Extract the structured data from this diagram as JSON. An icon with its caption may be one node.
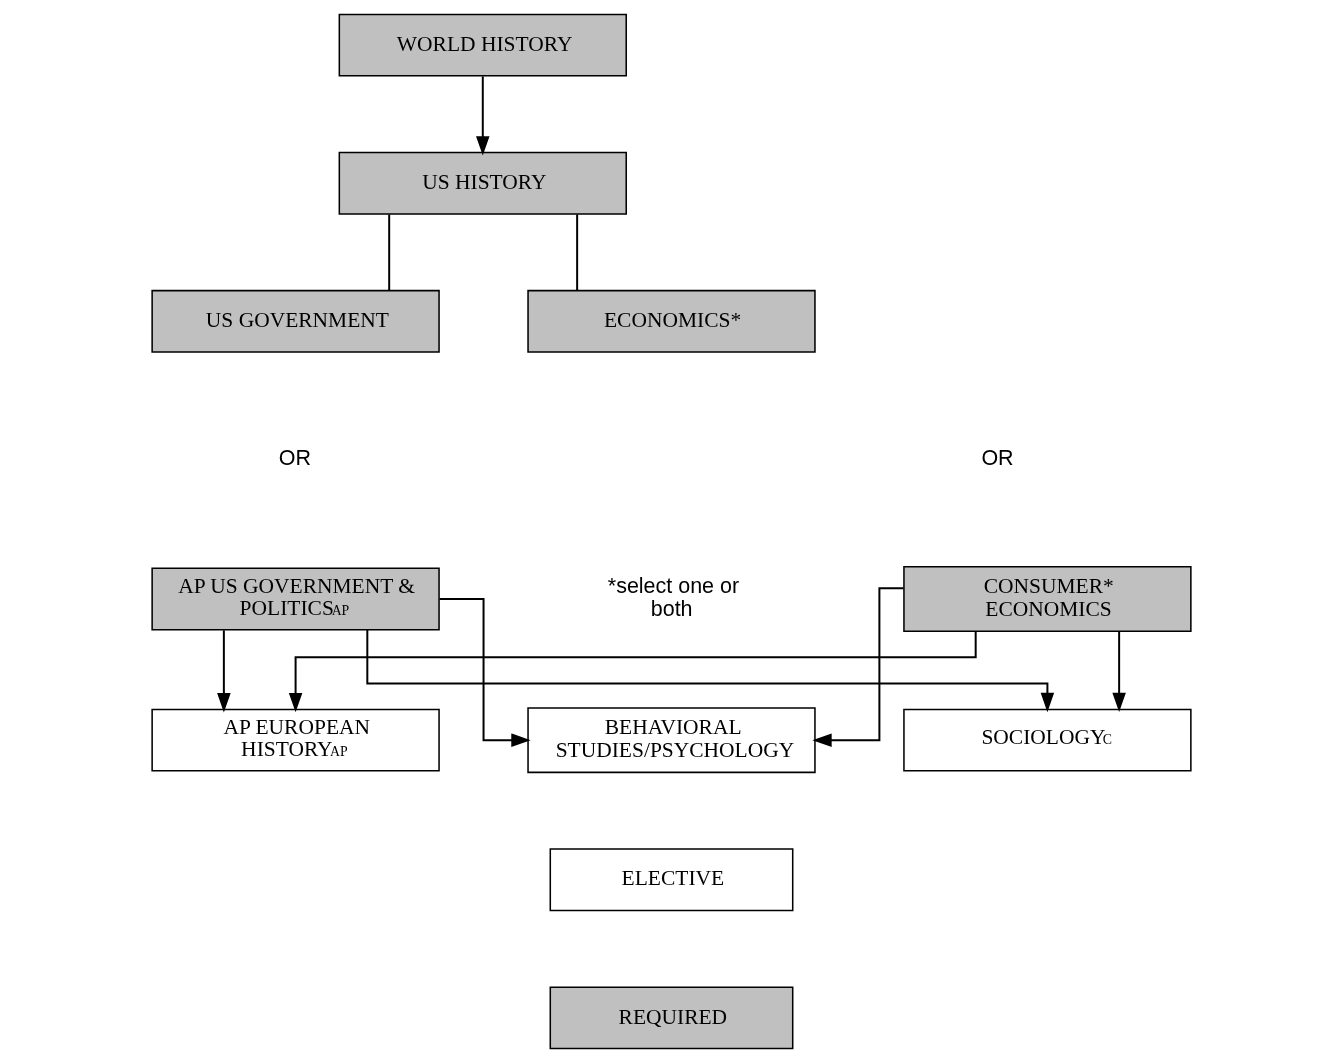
{
  "diagram": {
    "nodes": [
      {
        "text": [
          "WORLD HISTORY"
        ]
      },
      {
        "text": [
          "US HISTORY"
        ]
      },
      {
        "text": [
          "US GOVERNMENT"
        ]
      },
      {
        "text": [
          "ECONOMICS*"
        ]
      },
      {
        "text": [
          "AP US GOVERNMENT & POLITICS$^{AP}$"
        ]
      },
      {
        "text": [
          "CONSUMER* ECONOMICS"
        ]
      },
      {
        "text": [
          "AP EUROPEAN HISTORY$^{AP}$"
        ]
      },
      {
        "text": [
          "BEHAVIORAL STUDIES/PSYCHOLOGY"
        ]
      },
      {
        "text": [
          "SOCIOLOGY$^{C}$"
        ]
      }
    ],
    "edges": [
      {
        "from": 0,
        "to": 1,
        "arrow": "to"
      },
      {
        "from": 1,
        "to": 2,
        "arrow": "none"
      },
      {
        "from": 1,
        "to": 3,
        "arrow": "none"
      },
      {
        "from": 4,
        "to": 6,
        "arrow": "to"
      },
      {
        "from": 4,
        "to": 7,
        "arrow": "to"
      },
      {
        "from": 4,
        "to": 8,
        "arrow": "to"
      },
      {
        "from": 5,
        "to": 6,
        "arrow": "to"
      },
      {
        "from": 5,
        "to": 7,
        "arrow": "to"
      },
      {
        "from": 5,
        "to": 8,
        "arrow": "to"
      }
    ],
    "labels": [
      "OR",
      "OR",
      "*select one or both"
    ],
    "legend": [
      {
        "text": "ELECTIVE",
        "color": "#ffffff"
      },
      {
        "text": "REQUIRED",
        "color": "#c0c0c0"
      }
    ]
  }
}
